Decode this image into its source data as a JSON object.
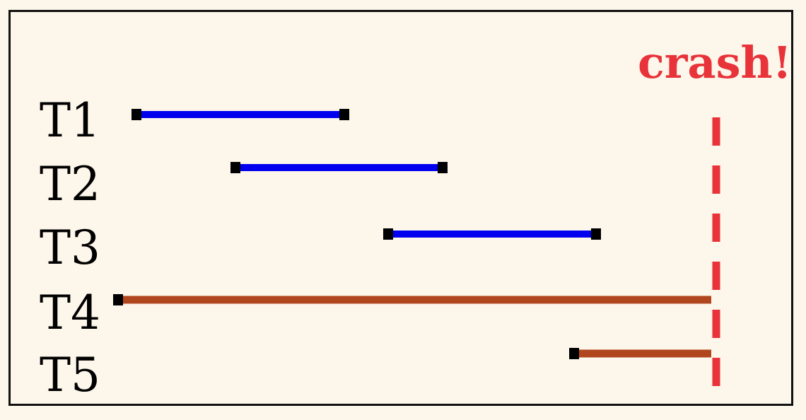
{
  "crash": {
    "label": "crash!",
    "color": "#e8333a"
  },
  "colors": {
    "committed": "#0000ee",
    "uncommitted": "#b0461e",
    "endpoint": "#000000",
    "background": "#fdf6ea",
    "border": "#111111"
  },
  "transactions": [
    {
      "label": "T1",
      "status": "committed"
    },
    {
      "label": "T2",
      "status": "committed"
    },
    {
      "label": "T3",
      "status": "committed"
    },
    {
      "label": "T4",
      "status": "active-at-crash"
    },
    {
      "label": "T5",
      "status": "active-at-crash"
    }
  ]
}
